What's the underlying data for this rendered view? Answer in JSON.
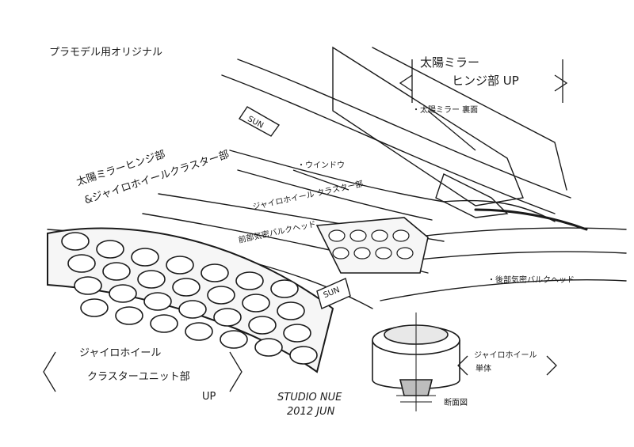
{
  "labels": {
    "model_original": "プラモデル用オリジナル",
    "mirror_hinge_up_line1": "太陽ミラー",
    "mirror_hinge_up_line2": "ヒンジ部 UP",
    "mirror_back": "・太陽ミラー 裏面",
    "title_line1": "太陽ミラーヒンジ部",
    "title_line2": "&ジャイロホイールクラスター部",
    "window": "・ウインドウ",
    "gyro_cluster_small": "ジャイロホイール クラスター部",
    "front_bulkhead": "前部気密バルクヘッド",
    "rear_bulkhead": "・後部気密バルクヘッド",
    "sun_arrow_top": "SUN",
    "sun_arrow_mid": "SUN",
    "gyro_cluster_unit_line1": "ジャイロホイール",
    "gyro_cluster_unit_line2": "クラスターユニット部",
    "gyro_cluster_unit_line3": "UP",
    "gyro_single_line1": "ジャイロホイール",
    "gyro_single_line2": "単体",
    "cross_section": "断面図",
    "signature_line1": "STUDIO NUE",
    "signature_line2": "2012 JUN"
  }
}
